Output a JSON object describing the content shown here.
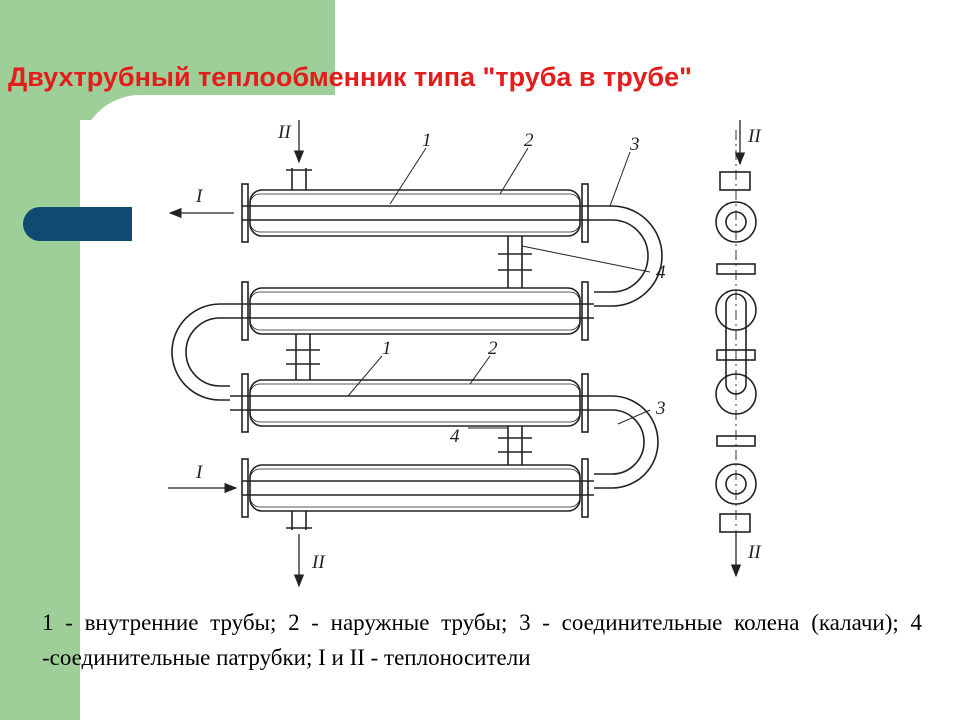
{
  "title": "Двухтрубный теплообменник типа \"труба в трубе\"",
  "caption": "1 - внутренние трубы; 2 - наружные трубы; 3 - соединительные колена (калачи); 4 -соединительные патрубки; I и II - теплоносители",
  "labels": {
    "n1": "1",
    "n2": "2",
    "n3": "3",
    "n4": "4",
    "flow_I": "I",
    "flow_II": "II"
  },
  "colors": {
    "accent_green": "#9fcf98",
    "accent_blue": "#0e4a72",
    "title_red": "#e41c1c"
  }
}
